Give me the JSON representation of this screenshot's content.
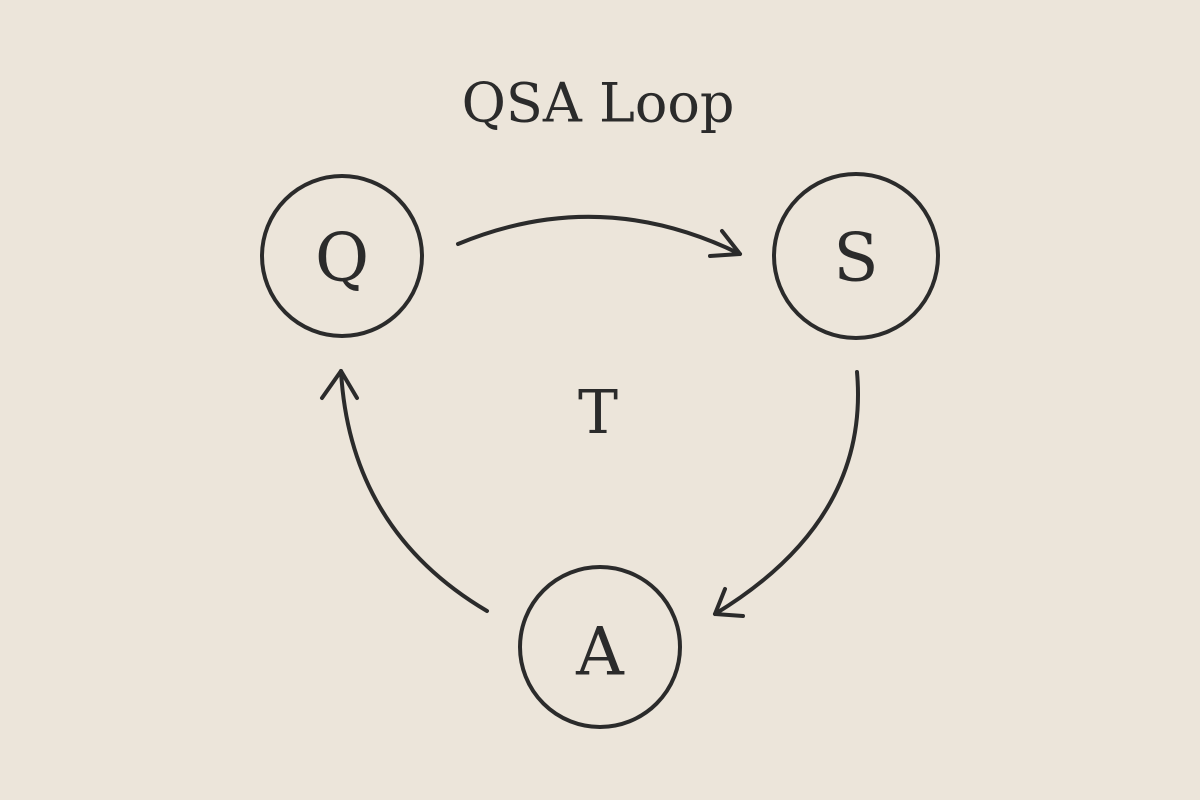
{
  "diagram": {
    "title": "QSA Loop",
    "center_label": "T",
    "nodes": [
      {
        "id": "q",
        "label": "Q"
      },
      {
        "id": "s",
        "label": "S"
      },
      {
        "id": "a",
        "label": "A"
      }
    ],
    "edges": [
      {
        "from": "Q",
        "to": "S"
      },
      {
        "from": "S",
        "to": "A"
      },
      {
        "from": "A",
        "to": "Q"
      }
    ],
    "colors": {
      "background": "#ece5da",
      "ink": "#2b2b2b"
    }
  }
}
